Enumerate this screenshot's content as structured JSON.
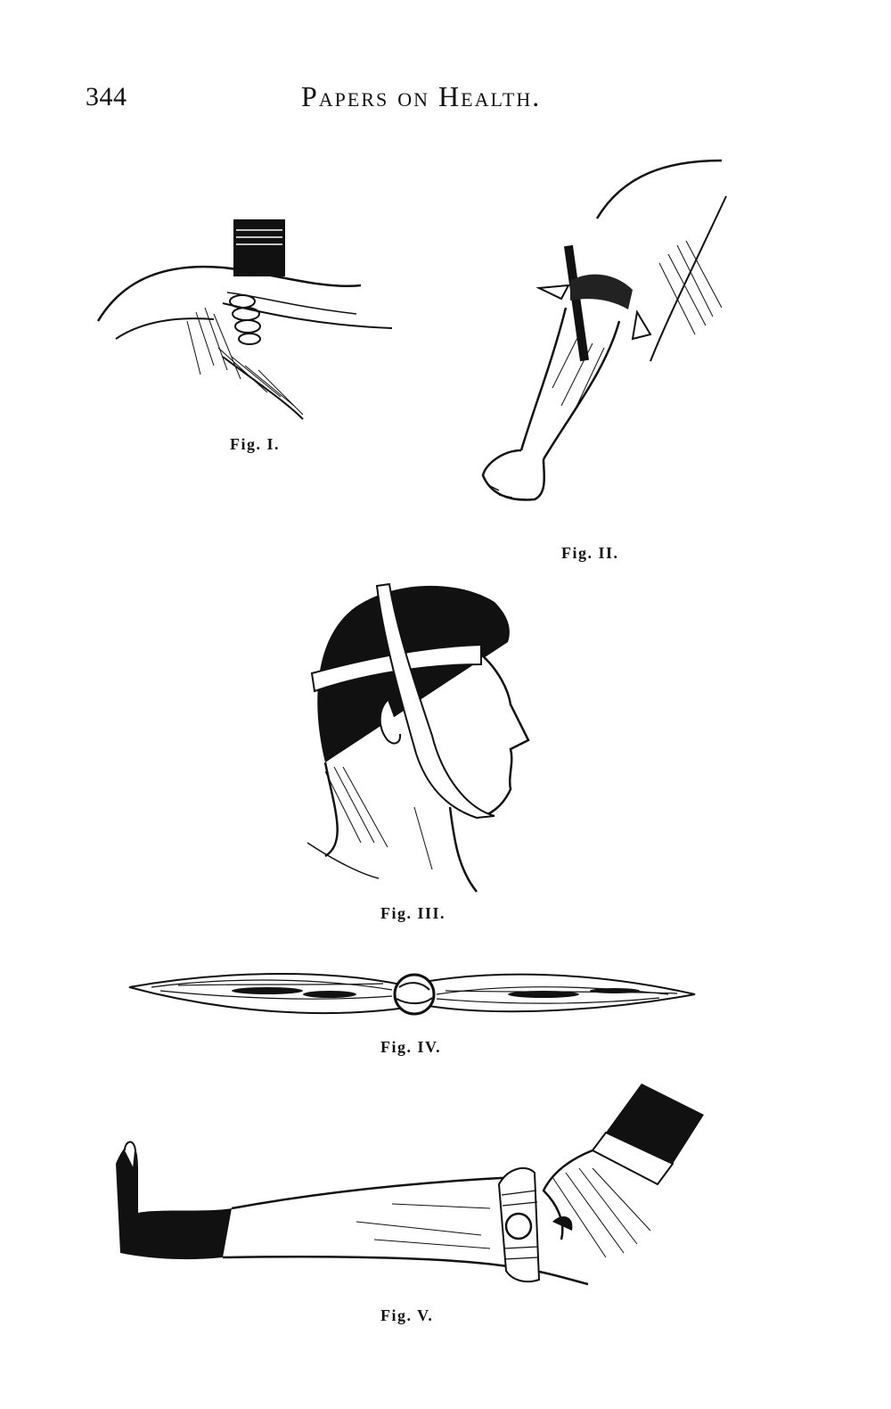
{
  "header": {
    "page_number": "344",
    "running_title": "Papers on Health."
  },
  "figures": [
    {
      "label": "Fig. I.",
      "illustration": "hand compressing arm artery"
    },
    {
      "label": "Fig. II.",
      "illustration": "arm with tourniquet and stick"
    },
    {
      "label": "Fig. III.",
      "illustration": "head with bandage around jaw"
    },
    {
      "label": "Fig. IV.",
      "illustration": "knotted handkerchief"
    },
    {
      "label": "Fig. V.",
      "illustration": "leg with tourniquet tightened by hand"
    }
  ]
}
